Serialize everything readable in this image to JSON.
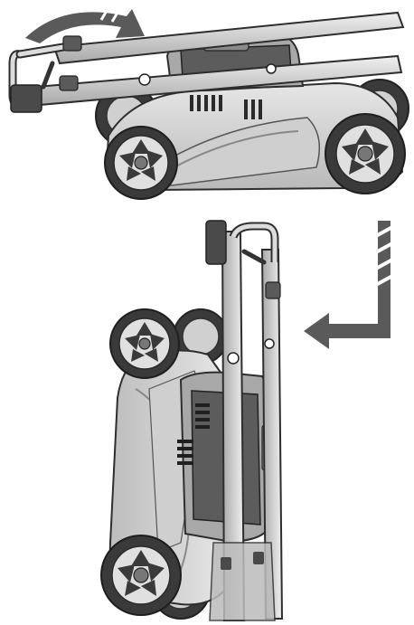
{
  "illustration": {
    "subject": "lawn-mower",
    "steps": [
      {
        "name": "mower-folded-horizontal",
        "rotation_arrow_icon": "curved-arrow-icon"
      },
      {
        "name": "mower-stored-vertical",
        "direction_arrow_icon": "bent-down-left-arrow-icon"
      }
    ],
    "colors": {
      "body_fill": "#d9d9d9",
      "body_dark": "#6f6f6f",
      "outline": "#2e2e2e",
      "tire": "#3a3a3a",
      "arrow": "#5a5a5a",
      "background": "#ffffff"
    }
  }
}
